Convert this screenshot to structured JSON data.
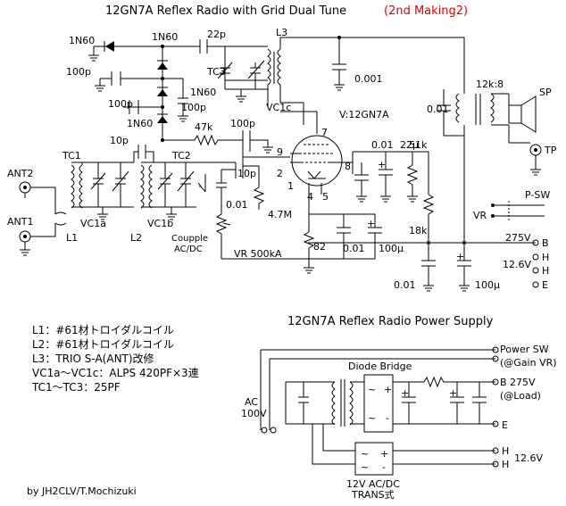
{
  "title": {
    "main": "12GN7A Reflex Radio with  Grid  Dual Tune",
    "suffix": "(2nd Making2)",
    "suffix_color": "#e00000"
  },
  "top_schematic": {
    "diode_labels": [
      "1N60",
      "1N60",
      "1N60",
      "1N60"
    ],
    "capacitor_labels": [
      "22p",
      "100p",
      "100p",
      "100p",
      "100p",
      "0.001",
      "0.01",
      "10p",
      "10p",
      "0.01",
      "0.01",
      "22μ",
      "0.01",
      "0.01",
      "100μ",
      "100μ"
    ],
    "coil_labels": [
      "L3",
      "L1",
      "L2"
    ],
    "trimmer_labels": [
      "TC3",
      "TC1",
      "TC2"
    ],
    "variable_cap_labels": [
      "VC1c",
      "VC1a",
      "VC1b"
    ],
    "resistor_labels": [
      "47k",
      "4.7M",
      "82",
      "51k",
      "18k",
      "VR 500kA"
    ],
    "tube_label": "V:12GN7A",
    "pin_labels": [
      "7",
      "8",
      "9",
      "2",
      "1",
      "4",
      "5"
    ],
    "output_transformer": "12k:8",
    "speaker_label": "SP",
    "tip_label": "TP",
    "switch_label": "P-SW",
    "vr_label": "VR",
    "antenna_labels": [
      "ANT2",
      "ANT1"
    ],
    "coupling_label": "Coupple\nAC/DC",
    "supply_labels": [
      "275V",
      "12.6V"
    ],
    "terminal_labels": [
      "B",
      "H",
      "H",
      "E"
    ]
  },
  "notes": {
    "lines": [
      "L1：#61材トロイダルコイル",
      "L2：#61材トロイダルコイル",
      "L3：TRIO S-A(ANT)改修",
      "VC1a～VC1c：ALPS 420PF×3連",
      "TC1～TC3：25PF"
    ]
  },
  "power_supply": {
    "title": "12GN7A Reflex Radio Power Supply",
    "power_sw": "Power SW",
    "gain_vr": "(@Gain VR)",
    "b_voltage": "B 275V",
    "load": "(@Load)",
    "ac_label": "AC",
    "ac_voltage": "100V",
    "diode_bridge": "Diode Bridge",
    "e_label": "E",
    "h_labels": [
      "H",
      "H"
    ],
    "h_voltage": "12.6V",
    "trans_line1": "12V AC/DC",
    "trans_line2": "TRANS式"
  },
  "author": "by JH2CLV/T.Mochizuki"
}
